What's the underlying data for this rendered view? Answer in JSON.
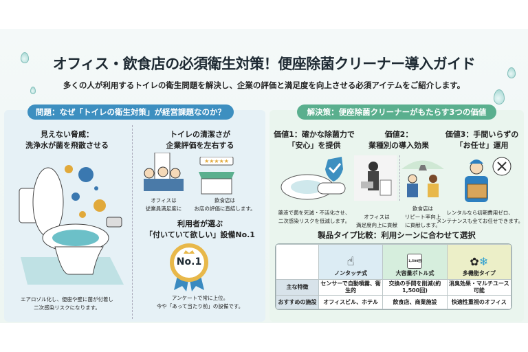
{
  "header": {
    "title": "オフィス・飲食店の必須衛生対策！便座除菌クリーナー導入ガイド",
    "subtitle": "多くの人が利用するトイレの衛生問題を解決し、企業の評価と満足度を向上させる必須アイテムをご紹介します。"
  },
  "problem": {
    "pill": "問題：なぜ「トイレの衛生対策」が経営課題なのか？",
    "threat": {
      "heading1": "見えない脅威：",
      "heading2": "洗浄水が菌を飛散させる",
      "caption1": "エアロゾル化し、便座や壁に菌が付着し",
      "caption2": "二次感染リスクになります。"
    },
    "reputation": {
      "heading1": "トイレの清潔さが",
      "heading2": "企業評価を左右する",
      "office1": "オフィスは",
      "office2": "従業員満足度に",
      "restaurant1": "飲食店は",
      "restaurant2": "お店の評価に直結します。"
    },
    "ranking": {
      "heading1": "利用者が選ぶ",
      "heading2": "「付いていて欲しい」設備No.1",
      "badge": "No.1",
      "caption1": "アンケートで常に上位。",
      "caption2": "今や「あって当たり前」の設備です。"
    }
  },
  "solution": {
    "pill": "解決策：便座除菌クリーナーがもたらす3つの価値",
    "values": [
      {
        "heading1": "価値1：確かな除菌力で",
        "heading2": "「安心」を提供",
        "caption1": "薬液で菌を死滅・不活化させ、",
        "caption2": "二次感染リスクを低減します。"
      },
      {
        "heading1": "価値2：",
        "heading2": "業種別の導入効果",
        "office1": "オフィスは",
        "office2": "満足度向上に貢献",
        "rest1": "飲食店は",
        "rest2": "リピート率向上",
        "rest3": "に貢献します。"
      },
      {
        "heading1": "価値3：手間いらずの",
        "heading2": "「お任せ」運用",
        "caption1": "レンタルなら初期費用ゼロ、",
        "caption2": "メンテナンスも全てお任せできます。"
      }
    ]
  },
  "comparison": {
    "title": "製品タイプ比較：利用シーンに合わせて選択",
    "columns": [
      "ノンタッチ式",
      "大容量ボトル式",
      "多機能タイプ"
    ],
    "bottle_label": "1,500回",
    "rows": [
      {
        "label": "主な特徴",
        "cells": [
          "センサーで自動噴霧、衛生的",
          "交換の手間を削減(約1,500回)",
          "消臭効果・マルチユース可能"
        ]
      },
      {
        "label": "おすすめの施設",
        "cells": [
          "オフィスビル、ホテル",
          "飲食店、商業施設",
          "快適性重視のオフィス"
        ]
      }
    ]
  },
  "colors": {
    "problem": "#3d8fc0",
    "solution": "#5aaf8e",
    "col1": "#dcecf4",
    "col2": "#d6eedd",
    "col3": "#ecefc8"
  }
}
